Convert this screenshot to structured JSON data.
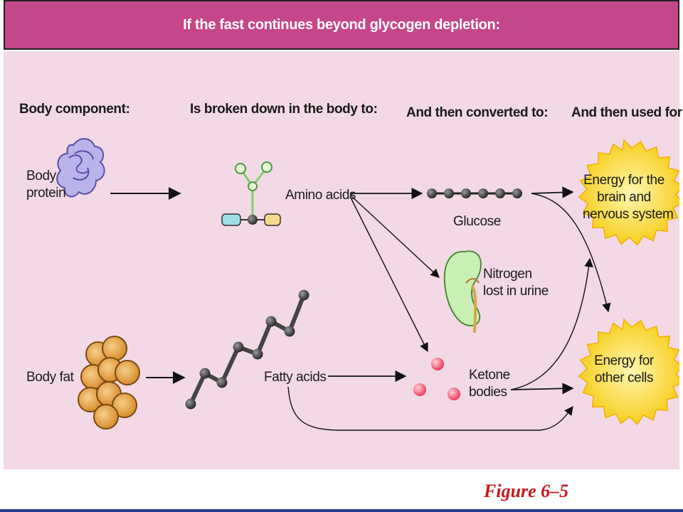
{
  "banner": {
    "title": "If the fast continues beyond glycogen depletion:"
  },
  "headers": {
    "component": "Body component:",
    "broken_down": "Is broken down in the body to:",
    "converted": "And then converted to:",
    "used_for": "And then used for:"
  },
  "labels": {
    "body_protein": "Body\nprotein",
    "body_fat": "Body fat",
    "amino_acids": "Amino acids",
    "fatty_acids": "Fatty acids",
    "glucose": "Glucose",
    "nitrogen": "Nitrogen\nlost in urine",
    "ketone_bodies": "Ketone\nbodies",
    "energy_brain": "Energy for the\nbrain and\nnervous system",
    "energy_cells": "Energy for\nother cells"
  },
  "colors": {
    "banner": "#c6468a",
    "panel": "#f3d9e6",
    "starburst": "#f7d21c",
    "protein": "#b9b3ea",
    "fat": "#e9a64a",
    "kidney": "#c9f0b4",
    "ketone": "#f2607a",
    "caption": "#c8181c"
  },
  "caption": "Figure 6–5"
}
